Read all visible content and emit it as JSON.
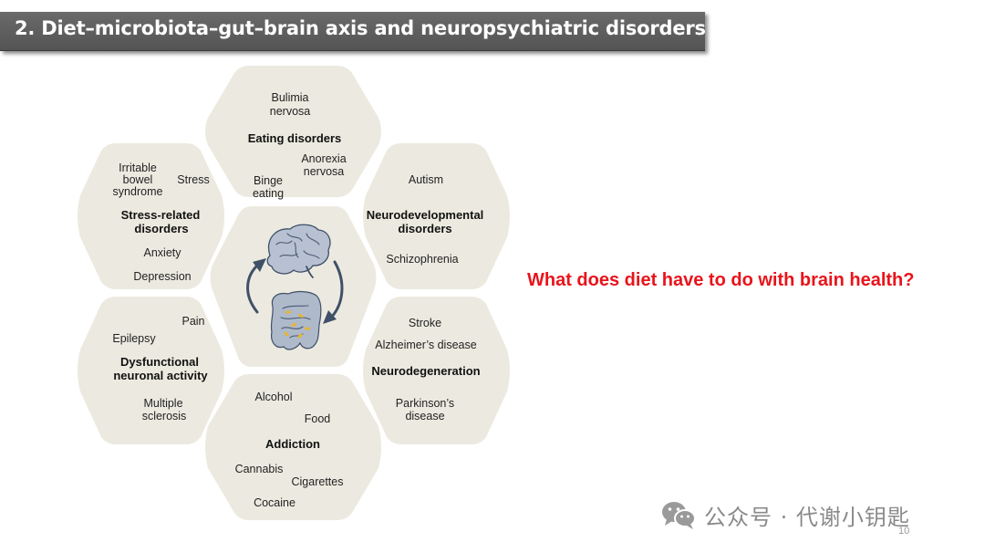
{
  "slide": {
    "title": "2. Diet–microbiota–gut–brain axis and neuropsychiatric disorders",
    "question": "What does diet have to do with brain health?",
    "page_number": "10",
    "watermark": "公众号 · 代谢小钥匙"
  },
  "diagram": {
    "center": {
      "icons": [
        "brain-icon",
        "gut-icon",
        "cycle-arrows-icon"
      ]
    },
    "eating": {
      "title": "Eating disorders",
      "items": [
        "Bulimia",
        "nervosa",
        "Anorexia",
        "nervosa",
        "Binge",
        "eating"
      ]
    },
    "neurodevelopmental": {
      "title": [
        "Neurodevelopmental",
        "disorders"
      ],
      "items": [
        "Autism",
        "Schizophrenia"
      ]
    },
    "neurodegeneration": {
      "title": "Neurodegeneration",
      "items": [
        "Stroke",
        "Alzheimer’s disease",
        "Parkinson’s",
        "disease"
      ]
    },
    "addiction": {
      "title": "Addiction",
      "items": [
        "Alcohol",
        "Food",
        "Cannabis",
        "Cigarettes",
        "Cocaine"
      ]
    },
    "dysfunctional": {
      "title": [
        "Dysfunctional",
        "neuronal activity"
      ],
      "items": [
        "Pain",
        "Epilepsy",
        "Multiple",
        "sclerosis"
      ]
    },
    "stress": {
      "title": [
        "Stress-related",
        "disorders"
      ],
      "items": [
        "Irritable",
        "bowel",
        "syndrome",
        "Stress",
        "Anxiety",
        "Depression"
      ]
    },
    "colors": {
      "hex_fill": "#eceae0",
      "arrow": "#3f5068",
      "brain": "#b7c1d2",
      "gut": "#aeb9ca",
      "microbe": "#e5b533"
    }
  }
}
